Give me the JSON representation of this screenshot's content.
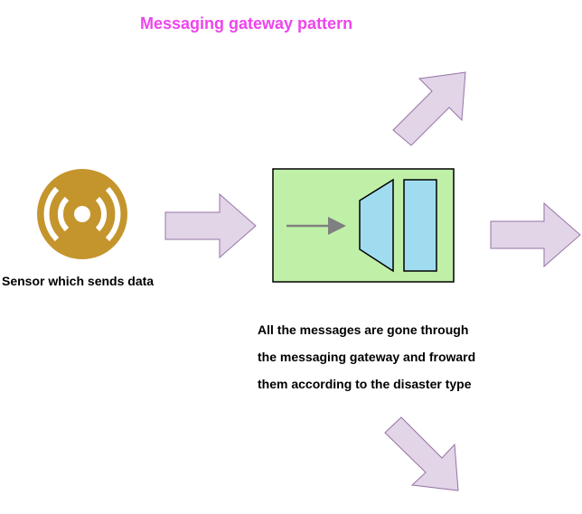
{
  "title": "Messaging gateway pattern",
  "sensor": {
    "label": "Sensor which sends data",
    "icon": "sensor-broadcast-icon"
  },
  "description": {
    "lines": [
      "All the messages are gone through",
      "the messaging gateway and froward",
      "them according to the disaster type"
    ]
  },
  "colors": {
    "title": "#ee44ee",
    "sensor": "#c4952d",
    "arrow_fill": "#e1d5e7",
    "arrow_stroke": "#9673a6",
    "gateway_fill": "#c0f0a8",
    "gateway_part_fill": "#a0dcf0",
    "inner_arrow": "#808080"
  }
}
